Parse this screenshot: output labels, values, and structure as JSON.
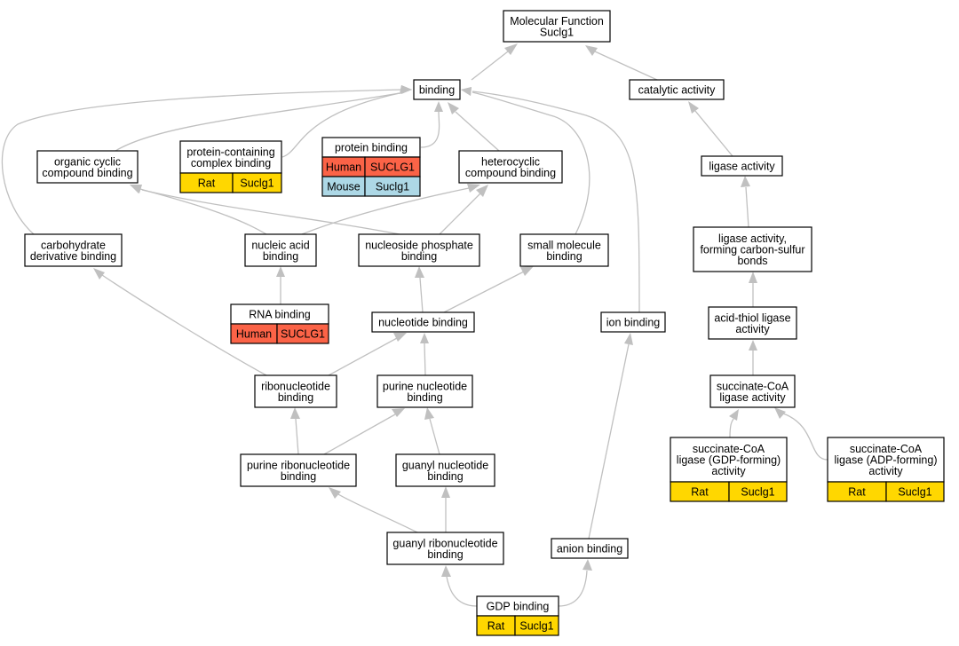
{
  "colors": {
    "human": "#fb6347",
    "mouse": "#add8e6",
    "rat": "#ffd700",
    "edge": "#c0c0c0"
  },
  "nodes": {
    "mf": [
      "Molecular Function",
      "Suclg1"
    ],
    "binding": [
      "binding"
    ],
    "catalytic": [
      "catalytic activity"
    ],
    "organic_cyclic": [
      "organic cyclic",
      "compound binding"
    ],
    "protein_complex": [
      "protein-containing",
      "complex binding"
    ],
    "protein_binding": [
      "protein binding"
    ],
    "heterocyclic": [
      "heterocyclic",
      "compound binding"
    ],
    "ligase": [
      "ligase activity"
    ],
    "carbohydrate": [
      "carbohydrate",
      "derivative binding"
    ],
    "nucleic_acid": [
      "nucleic acid",
      "binding"
    ],
    "nucleoside_phosphate": [
      "nucleoside phosphate",
      "binding"
    ],
    "small_molecule": [
      "small molecule",
      "binding"
    ],
    "ligase_cs": [
      "ligase activity,",
      "forming carbon-sulfur",
      "bonds"
    ],
    "rna_binding": [
      "RNA binding"
    ],
    "nucleotide": [
      "nucleotide binding"
    ],
    "ion_binding": [
      "ion binding"
    ],
    "acid_thiol": [
      "acid-thiol ligase",
      "activity"
    ],
    "ribonucleotide": [
      "ribonucleotide",
      "binding"
    ],
    "purine_nucleotide": [
      "purine nucleotide",
      "binding"
    ],
    "succinate_coa": [
      "succinate-CoA",
      "ligase activity"
    ],
    "succ_gdp": [
      "succinate-CoA",
      "ligase (GDP-forming)",
      "activity"
    ],
    "succ_adp": [
      "succinate-CoA",
      "ligase (ADP-forming)",
      "activity"
    ],
    "purine_ribo": [
      "purine ribonucleotide",
      "binding"
    ],
    "guanyl_nucleotide": [
      "guanyl nucleotide",
      "binding"
    ],
    "guanyl_ribo": [
      "guanyl ribonucleotide",
      "binding"
    ],
    "anion": [
      "anion binding"
    ],
    "gdp": [
      "GDP binding"
    ]
  },
  "annotations": {
    "protein_complex": [
      [
        "Rat",
        "Suclg1"
      ]
    ],
    "protein_binding": [
      [
        "Human",
        "SUCLG1"
      ],
      [
        "Mouse",
        "Suclg1"
      ]
    ],
    "rna_binding": [
      [
        "Human",
        "SUCLG1"
      ]
    ],
    "succ_gdp": [
      [
        "Rat",
        "Suclg1"
      ]
    ],
    "succ_adp": [
      [
        "Rat",
        "Suclg1"
      ]
    ],
    "gdp": [
      [
        "Rat",
        "Suclg1"
      ]
    ]
  }
}
